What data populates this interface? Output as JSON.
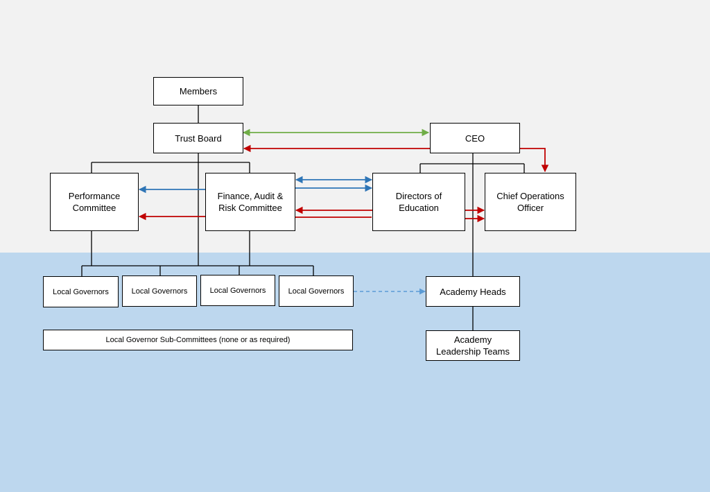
{
  "nodes": {
    "members": "Members",
    "trust_board": "Trust Board",
    "ceo": "CEO",
    "performance_committee": "Performance Committee",
    "finance_committee": "Finance, Audit & Risk Committee",
    "directors_of_education": "Directors of Education",
    "chief_operations_officer": "Chief Operations Officer",
    "local_governors": [
      "Local Governors",
      "Local Governors",
      "Local Governors",
      "Local Governors"
    ],
    "local_governor_subcommittees": "Local Governor Sub-Committees (none or as required)",
    "academy_heads": "Academy Heads",
    "academy_leadership_teams": "Academy Leadership Teams"
  },
  "colors": {
    "green_arrow": "#70ad47",
    "red_arrow": "#c00000",
    "blue_arrow": "#2e75b6",
    "dashed_arrow": "#5b9bd5",
    "upper_background": "#f2f2f2",
    "lower_background": "#bdd7ee"
  }
}
